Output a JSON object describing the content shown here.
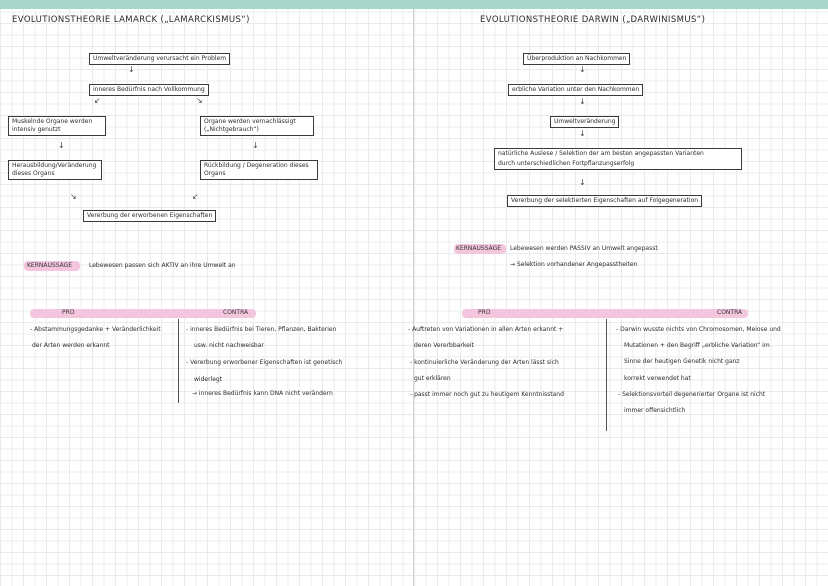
{
  "left": {
    "title": "EVOLUTIONSTHEORIE LAMARCK („LAMARCKISMUS“)",
    "flow": {
      "b1": "Umweltveränderung verursacht ein Problem",
      "b2": "inneres Bedürfnis nach Vollkommung",
      "b3a": "Muskelnde Organe werden",
      "b3b": "intensiv genutzt",
      "b4a": "Organe werden vernachlässigt",
      "b4b": "(„Nichtgebrauch“)",
      "b5a": "Herausbildung/Veränderung",
      "b5b": "dieses Organs",
      "b6a": "Rückbildung / Degeneration dieses",
      "b6b": "Organs",
      "b7": "Vererbung der erworbenen Eigenschaften"
    },
    "kern_tag": "KERNAUSSAGE",
    "kern_text": "Lebewesen passen sich AKTIV an ihre Umwelt an",
    "pro_label": "PRO",
    "contra_label": "CONTRA",
    "pro": [
      "- Abstammungsgedanke + Veränderlichkeit",
      "der Arten werden erkannt"
    ],
    "contra": [
      "- inneres Bedürfnis bei Tieren, Pflanzen, Bakterien",
      "usw. nicht nachweisbar",
      "- Vererbung erworbener Eigenschaften ist genetisch",
      "widerlegt",
      "→ inneres Bedürfnis kann DNA nicht verändern"
    ]
  },
  "right": {
    "title": "EVOLUTIONSTHEORIE DARWIN („DARWINISMUS“)",
    "flow": {
      "b1": "Überproduktion an Nachkommen",
      "b2": "erbliche Variation unter den Nachkommen",
      "b3": "Umweltveränderung",
      "b4a": "natürliche Auslese / Selektion der am besten angepassten Varianten",
      "b4b": "durch unterschiedlichen Fortpflanzungserfolg",
      "b5": "Vererbung der selektierten Eigenschaften auf Folgegeneration"
    },
    "kern_tag": "KERNAUSSAGE",
    "kern_text1": "Lebewesen werden PASSIV an Umwelt angepasst",
    "kern_text2": "→ Selektion vorhandener Angepasstheiten",
    "pro_label": "PRO",
    "contra_label": "CONTRA",
    "pro": [
      "- Auftreten von Variationen in allen Arten erkannt +",
      "deren Vererbbarkeit",
      "- kontinuierliche Veränderung der Arten lässt sich",
      "gut erklären",
      "- passt immer noch gut zu heutigem Kenntnisstand"
    ],
    "contra": [
      "- Darwin wusste nichts von Chromosomen, Meiose und",
      "Mutationen + den Begriff „erbliche Variation“ im",
      "Sinne der heutigen Genetik nicht ganz",
      "korrekt verwendet hat",
      "- Selektionsvorteil degenerierter Organe ist nicht",
      "immer offensichtlich"
    ]
  }
}
